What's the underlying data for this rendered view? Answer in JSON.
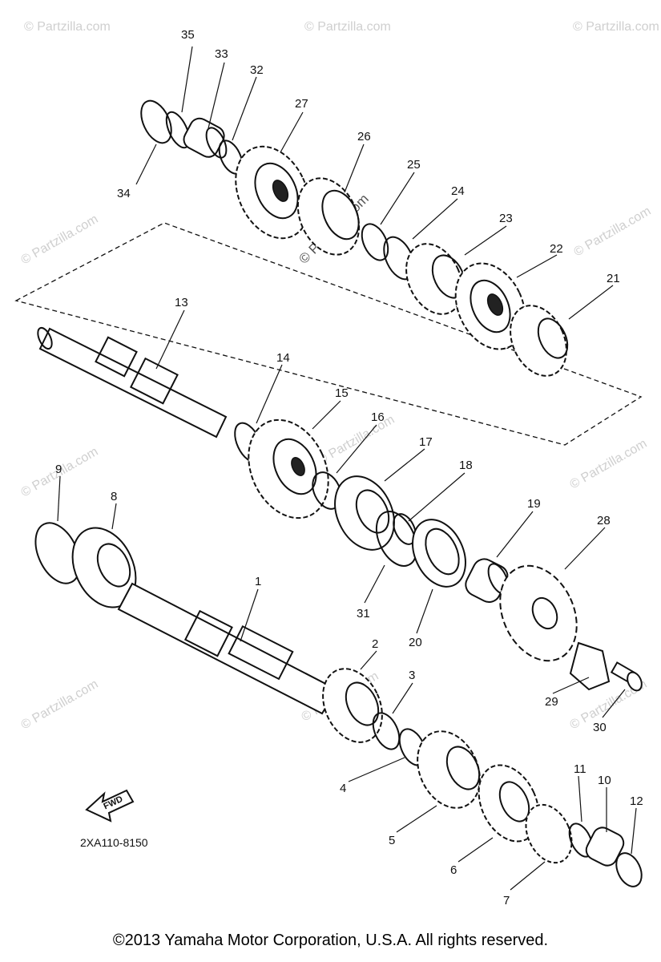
{
  "diagram": {
    "code": "2XA110-8150",
    "fwd_label": "FWD",
    "watermark": "© Partzilla.com",
    "copyright": "©2013 Yamaha Motor Corporation, U.S.A. All rights reserved.",
    "labels": {
      "l1": "1",
      "l2": "2",
      "l3": "3",
      "l4": "4",
      "l5": "5",
      "l6": "6",
      "l7": "7",
      "l8": "8",
      "l9": "9",
      "l10": "10",
      "l11": "11",
      "l12": "12",
      "l13": "13",
      "l14": "14",
      "l15": "15",
      "l16": "16",
      "l17": "17",
      "l18": "18",
      "l19": "19",
      "l20": "20",
      "l21": "21",
      "l22": "22",
      "l23": "23",
      "l24": "24",
      "l25": "25",
      "l26": "26",
      "l27": "27",
      "l28": "28",
      "l29": "29",
      "l30": "30",
      "l31": "31",
      "l32": "32",
      "l33": "33",
      "l34": "34",
      "l35": "35"
    }
  }
}
